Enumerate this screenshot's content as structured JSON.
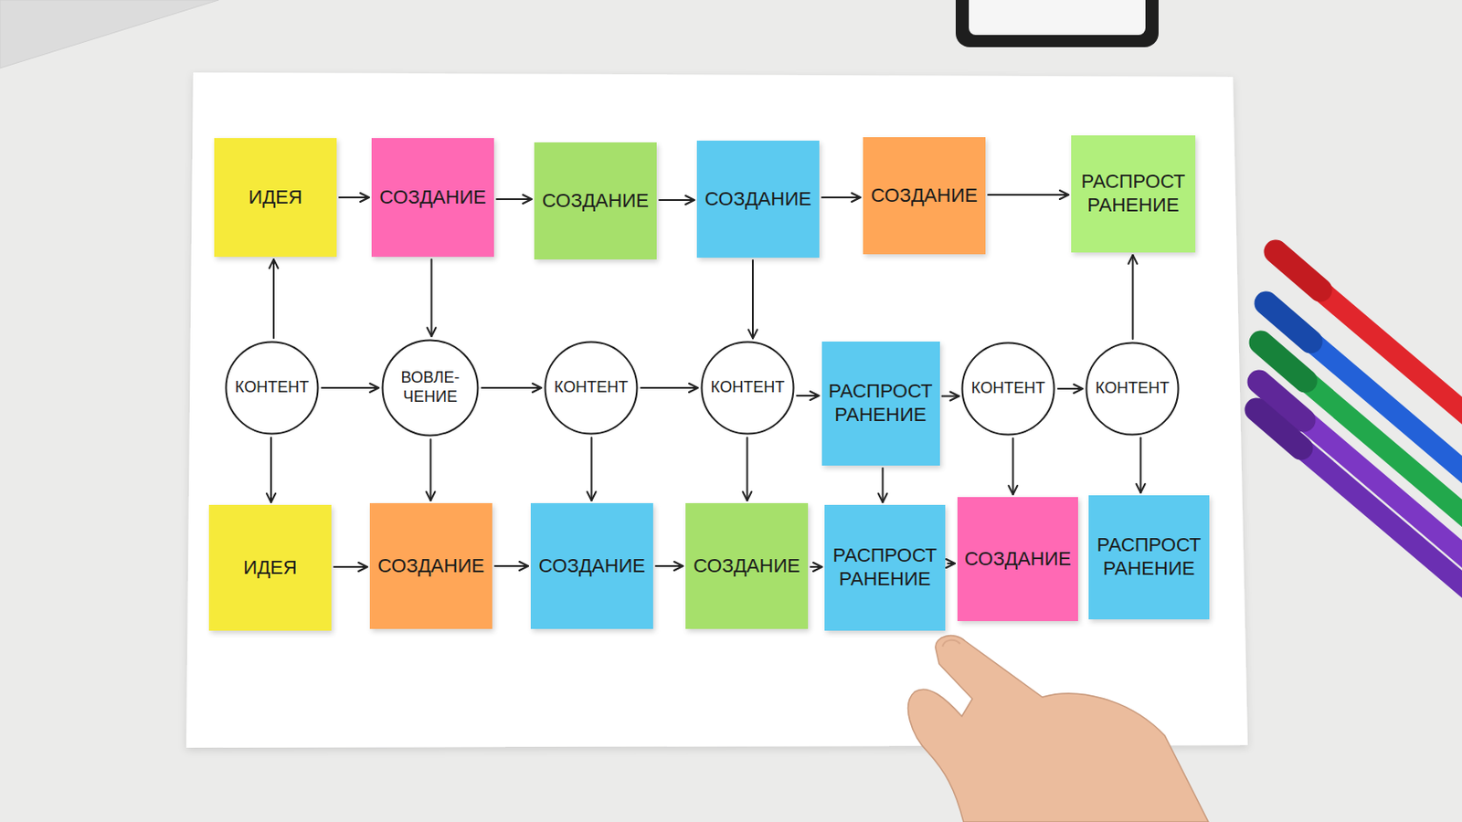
{
  "diagram": {
    "nodes": [
      {
        "text": [
          "ИДЕЯ"
        ]
      },
      {
        "text": [
          "СОЗДАНИЕ"
        ]
      },
      {
        "text": [
          "СОЗДАНИЕ"
        ]
      },
      {
        "text": [
          "СОЗДАНИЕ"
        ]
      },
      {
        "text": [
          "СОЗДАНИЕ"
        ]
      },
      {
        "text": [
          "РАСПРОСТ РАНЕНИЕ"
        ]
      },
      {
        "text": [
          "КОНТЕНТ"
        ]
      },
      {
        "text": [
          "ВОВЛЕ- ЧЕНИЕ"
        ]
      },
      {
        "text": [
          "КОНТЕНТ"
        ]
      },
      {
        "text": [
          "КОНТЕНТ"
        ]
      },
      {
        "text": [
          "РАСПРОСТ РАНЕНИЕ"
        ]
      },
      {
        "text": [
          "КОНТЕНТ"
        ]
      },
      {
        "text": [
          "КОНТЕНТ"
        ]
      },
      {
        "text": [
          "ИДЕЯ"
        ]
      },
      {
        "text": [
          "СОЗДАНИЕ"
        ]
      },
      {
        "text": [
          "СОЗДАНИЕ"
        ]
      },
      {
        "text": [
          "СОЗДАНИЕ"
        ]
      },
      {
        "text": [
          "РАСПРОСТ РАНЕНИЕ"
        ]
      },
      {
        "text": [
          "СОЗДАНИЕ"
        ]
      },
      {
        "text": [
          "РАСПРОСТ РАНЕНИЕ"
        ]
      }
    ],
    "edges": [
      {
        "from": 0,
        "to": 1,
        "arrow": "to"
      },
      {
        "from": 1,
        "to": 2,
        "arrow": "to"
      },
      {
        "from": 2,
        "to": 3,
        "arrow": "to"
      },
      {
        "from": 3,
        "to": 4,
        "arrow": "to"
      },
      {
        "from": 4,
        "to": 5,
        "arrow": "to"
      },
      {
        "from": 6,
        "to": 0,
        "arrow": "to"
      },
      {
        "from": 1,
        "to": 7,
        "arrow": "to"
      },
      {
        "from": 3,
        "to": 9,
        "arrow": "to"
      },
      {
        "from": 12,
        "to": 5,
        "arrow": "to"
      },
      {
        "from": 6,
        "to": 7,
        "arrow": "to"
      },
      {
        "from": 7,
        "to": 8,
        "arrow": "to"
      },
      {
        "from": 8,
        "to": 9,
        "arrow": "to"
      },
      {
        "from": 9,
        "to": 10,
        "arrow": "to"
      },
      {
        "from": 10,
        "to": 11,
        "arrow": "to"
      },
      {
        "from": 11,
        "to": 12,
        "arrow": "to"
      },
      {
        "from": 6,
        "to": 13,
        "arrow": "to"
      },
      {
        "from": 7,
        "to": 14,
        "arrow": "to"
      },
      {
        "from": 8,
        "to": 15,
        "arrow": "to"
      },
      {
        "from": 9,
        "to": 16,
        "arrow": "to"
      },
      {
        "from": 10,
        "to": 17,
        "arrow": "to"
      },
      {
        "from": 11,
        "to": 18,
        "arrow": "to"
      },
      {
        "from": 12,
        "to": 19,
        "arrow": "to"
      },
      {
        "from": 13,
        "to": 14,
        "arrow": "to"
      },
      {
        "from": 14,
        "to": 15,
        "arrow": "to"
      },
      {
        "from": 15,
        "to": 16,
        "arrow": "to"
      },
      {
        "from": 16,
        "to": 17,
        "arrow": "to"
      },
      {
        "from": 17,
        "to": 18,
        "arrow": "to"
      }
    ]
  }
}
